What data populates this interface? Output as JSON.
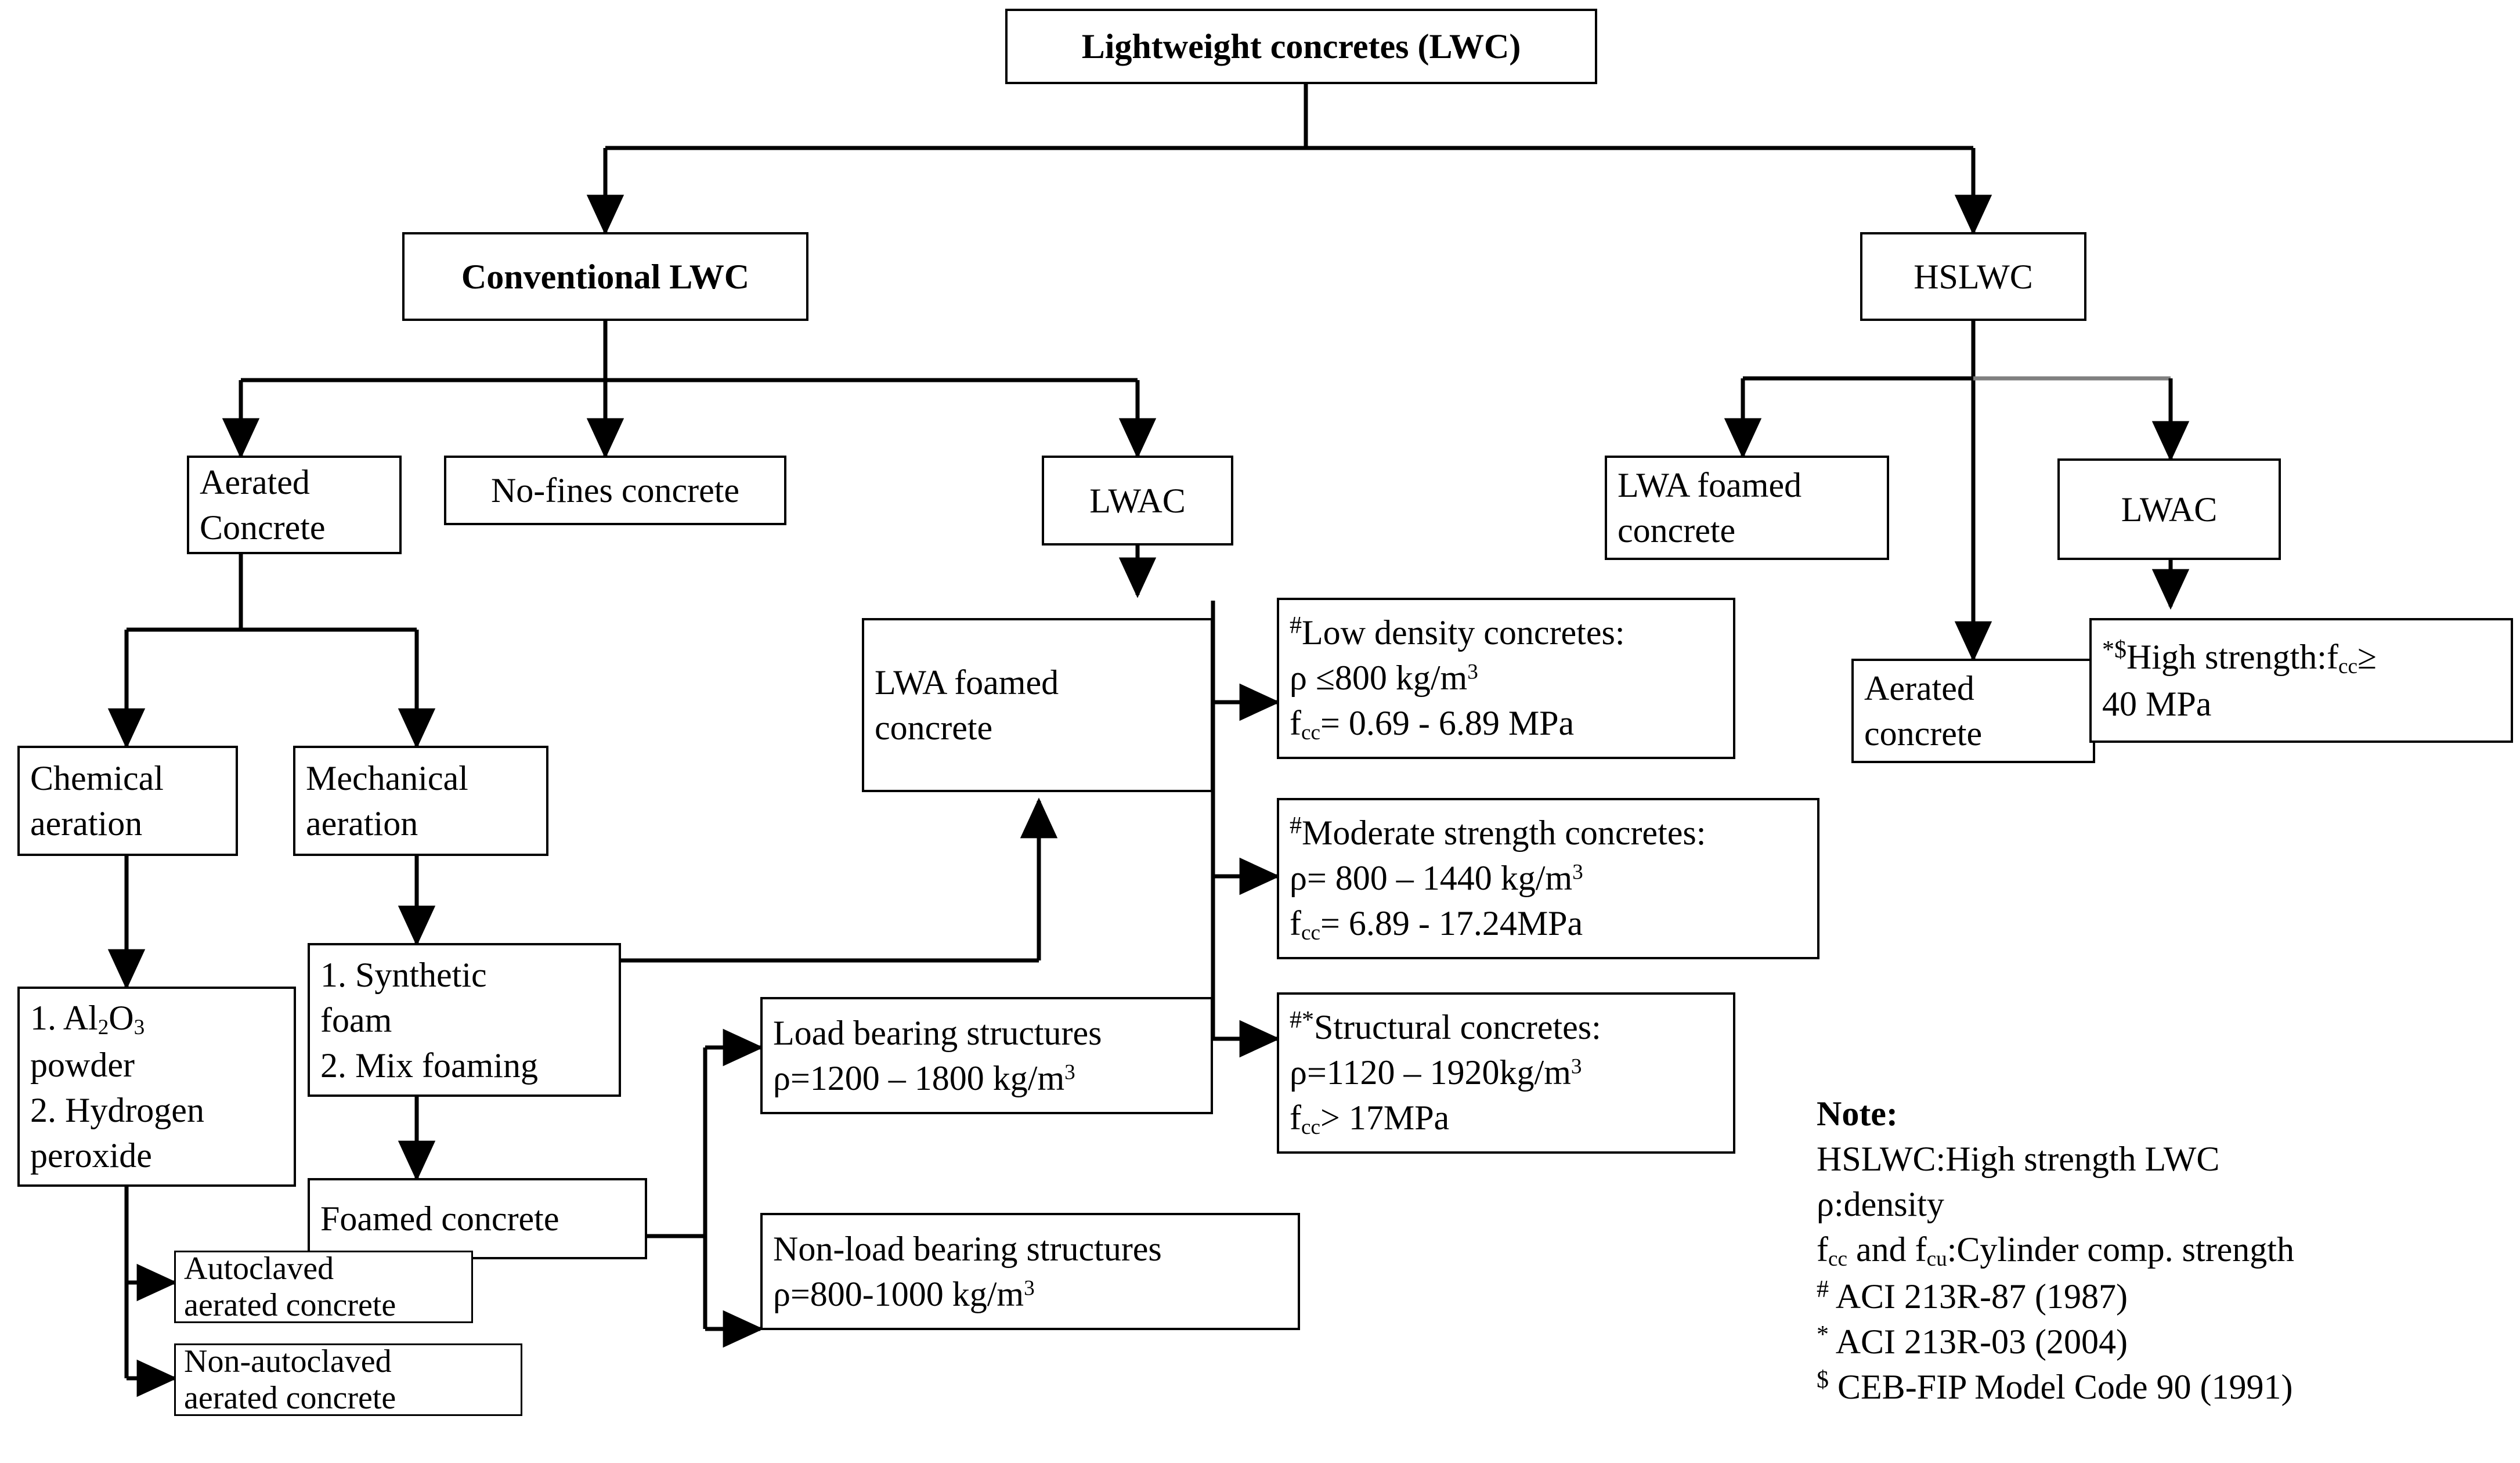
{
  "diagram": {
    "title": "Lightweight concretes (LWC) classification flowchart",
    "root": {
      "label": "Lightweight concretes (LWC)"
    },
    "level2": {
      "conventional": {
        "label": "Conventional LWC"
      },
      "hslwc": {
        "label": "HSLWC"
      }
    },
    "conventional_children": {
      "aerated_concrete": {
        "line1": "Aerated",
        "line2": "Concrete"
      },
      "no_fines": {
        "line1": "No-fines concrete"
      },
      "lwac": {
        "line1": "LWAC"
      }
    },
    "hslwc_children": {
      "lwa_foamed": {
        "line1": "LWA foamed",
        "line2": "concrete"
      },
      "aerated": {
        "line1": "Aerated",
        "line2": "concrete"
      },
      "lwac": {
        "line1": "LWAC"
      }
    },
    "aeration": {
      "chemical": {
        "line1": "Chemical",
        "line2": "aeration"
      },
      "mechanical": {
        "line1": "Mechanical",
        "line2": "aeration"
      }
    },
    "chemical_agents": {
      "line1_num": "1.",
      "line1_formula_pre": "Al",
      "line1_sub1": "2",
      "line1_mid": "O",
      "line1_sub2": "3",
      "line2": "powder",
      "line3": "2. Hydrogen",
      "line4": "peroxide"
    },
    "mechanical_methods": {
      "line1": "1. Synthetic",
      "line2": "foam",
      "line3": "2. Mix foaming"
    },
    "foamed_concrete": {
      "line1": "Foamed concrete"
    },
    "autoclaved": {
      "line1": "Autoclaved",
      "line2": "aerated concrete"
    },
    "non_autoclaved": {
      "line1": "Non-autoclaved",
      "line2": "aerated concrete"
    },
    "lwa_foamed_mid": {
      "line1": "LWA foamed",
      "line2": "concrete"
    },
    "load_bearing": {
      "line1": "Load bearing structures",
      "line2_pre": "ρ=1200 – 1800 kg/m",
      "line2_sup": "3"
    },
    "non_load_bearing": {
      "line1": "Non-load bearing structures",
      "line2_pre": "ρ=800-1000 kg/m",
      "line2_sup": "3"
    },
    "low_density": {
      "mark": "#",
      "title": "Low density concretes:",
      "line2_pre": "ρ ≤800 kg/m",
      "line2_sup": "3",
      "line3_sym": "f",
      "line3_sub": "cc",
      "line3_rest": "= 0.69 - 6.89 MPa"
    },
    "moderate_strength": {
      "mark": "#",
      "title": "Moderate strength concretes:",
      "line2_pre": " ρ= 800 – 1440 kg/m",
      "line2_sup": "3",
      "line3_sym": "f",
      "line3_sub": "cc",
      "line3_rest": "= 6.89 - 17.24MPa"
    },
    "structural": {
      "mark": "#*",
      "title": "Structural concretes:",
      "line2_pre": " ρ=1120 – 1920kg/m",
      "line2_sup": "3",
      "line3_sym": "f",
      "line3_sub": "cc",
      "line3_rest": "> 17MPa"
    },
    "high_strength": {
      "mark": "*$",
      "title_pre": "High strength:f",
      "title_sub": "cc",
      "title_post": "≥",
      "line2": "40 MPa"
    },
    "note": {
      "heading": "Note:",
      "lines": [
        {
          "text": "HSLWC:High strength LWC"
        },
        {
          "text": "ρ:density"
        }
      ],
      "line_fcc_pre": "f",
      "line_fcc_sub1": "cc",
      "line_fcc_mid": " and f",
      "line_fcc_sub2": "cu",
      "line_fcc_post": ":Cylinder comp. strength",
      "ref1_mark": "#",
      "ref1_text": " ACI 213R-87 (1987)",
      "ref2_mark": "*",
      "ref2_text": " ACI 213R-03 (2004)",
      "ref3_mark": "$",
      "ref3_text": " CEB-FIP Model Code 90 (1991)"
    }
  },
  "style": {
    "stroke": "#000000",
    "background": "#ffffff",
    "faint_stroke": "#808080"
  }
}
